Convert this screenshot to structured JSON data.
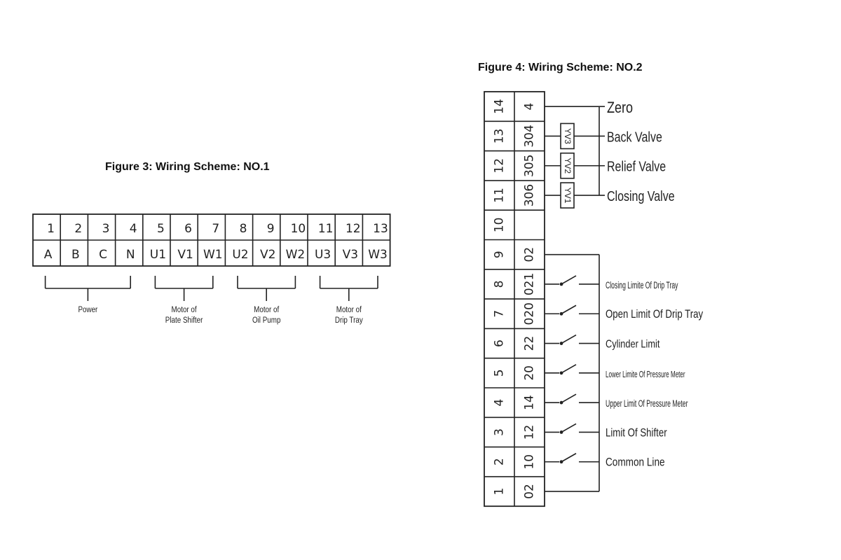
{
  "figure3": {
    "title": "Figure 3: Wiring Scheme: NO.1",
    "top_row": [
      "1",
      "2",
      "3",
      "4",
      "5",
      "6",
      "7",
      "8",
      "9",
      "10",
      "11",
      "12",
      "13"
    ],
    "bottom_row": [
      "A",
      "B",
      "C",
      "N",
      "U1",
      "V1",
      "W1",
      "U2",
      "V2",
      "W2",
      "U3",
      "V3",
      "W3"
    ],
    "groups": [
      {
        "lines": [
          "Power"
        ]
      },
      {
        "lines": [
          "Motor of",
          "Plate Shifter"
        ]
      },
      {
        "lines": [
          "Motor of",
          "Oil Pump"
        ]
      },
      {
        "lines": [
          "Motor of",
          "Drip Tray"
        ]
      }
    ]
  },
  "figure4": {
    "title": "Figure 4: Wiring Scheme: NO.2",
    "left_col": [
      "14",
      "13",
      "12",
      "11",
      "10",
      "9",
      "8",
      "7",
      "6",
      "5",
      "4",
      "3",
      "2",
      "1"
    ],
    "right_col": [
      "4",
      "304",
      "305",
      "306",
      "",
      "02",
      "021",
      "020",
      "22",
      "20",
      "14",
      "12",
      "10",
      "02"
    ],
    "valves": [
      {
        "code": "YV3",
        "label": "Back Valve"
      },
      {
        "code": "YV2",
        "label": "Relief Valve"
      },
      {
        "code": "YV1",
        "label": "Closing Valve"
      }
    ],
    "zero_label": "Zero",
    "switches": [
      "Closing Limite Of Drip Tray",
      "Open Limit Of Drip Tray",
      "Cylinder Limit",
      "Lower Limite Of Pressure Meter",
      "Upper Limit Of Pressure Meter",
      "Limit Of Shifter",
      "Common Line"
    ]
  }
}
